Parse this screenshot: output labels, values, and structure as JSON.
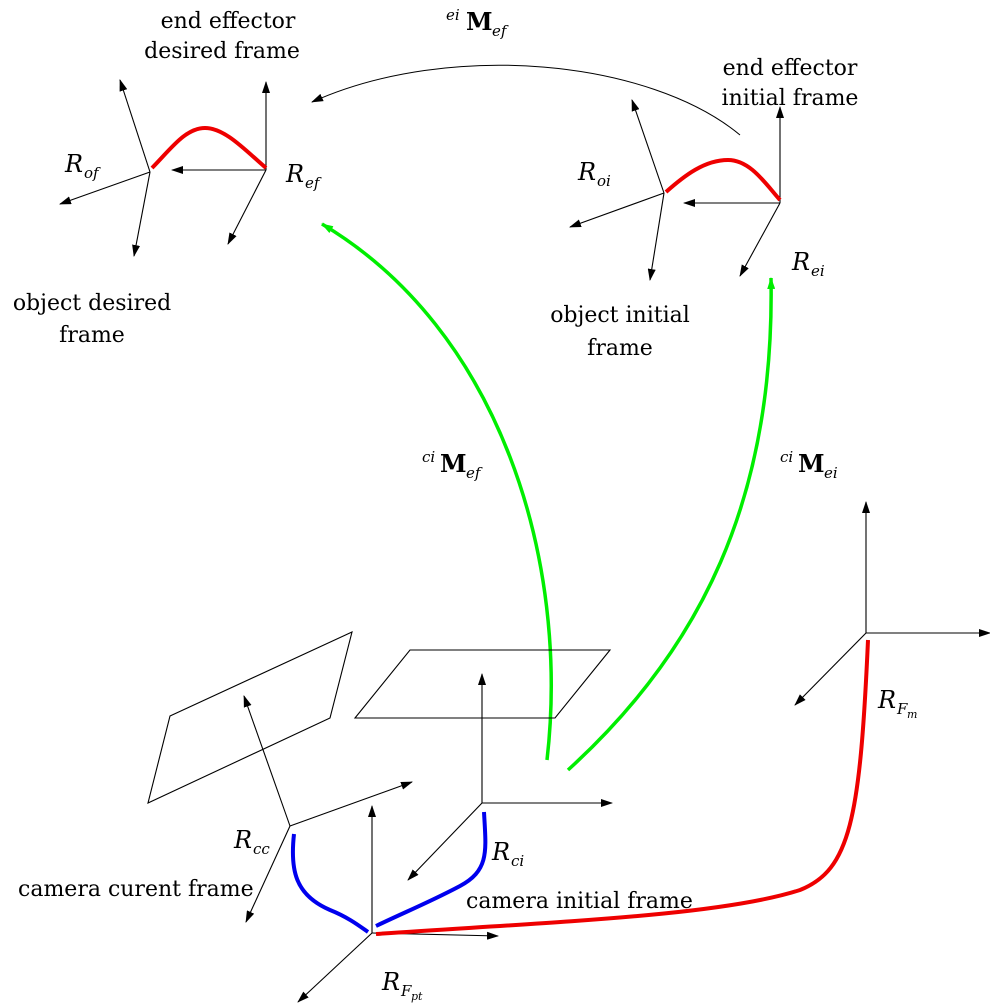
{
  "labels": {
    "end_effector_desired_line1": "end effector",
    "end_effector_desired_line2": "desired frame",
    "end_effector_initial_line1": "end effector",
    "end_effector_initial_line2": "initial frame",
    "object_desired_line1": "object desired",
    "object_desired_line2": "frame",
    "object_initial_line1": "object initial",
    "object_initial_line2": "frame",
    "camera_current": "camera curent frame",
    "camera_initial": "camera initial frame"
  },
  "frames": {
    "r_main": "R",
    "r_of": "of",
    "r_ef": "ef",
    "r_oi": "oi",
    "r_ei": "ei",
    "r_cc": "cc",
    "r_ci": "ci",
    "r_fm_main": "F",
    "r_fm_sub": "m",
    "r_fpt_main": "F",
    "r_fpt_sub": "pt"
  },
  "transforms": {
    "ei_M_ef": {
      "sup": "ei",
      "main": "M",
      "sub": "ef"
    },
    "ci_M_ef": {
      "sup": "ci",
      "main": "M",
      "sub": "ef"
    },
    "ci_M_ei": {
      "sup": "ci",
      "main": "M",
      "sub": "ei"
    }
  },
  "colors": {
    "red": "#ee0000",
    "green": "#00ee00",
    "blue": "#0000ee",
    "black": "#000000"
  }
}
